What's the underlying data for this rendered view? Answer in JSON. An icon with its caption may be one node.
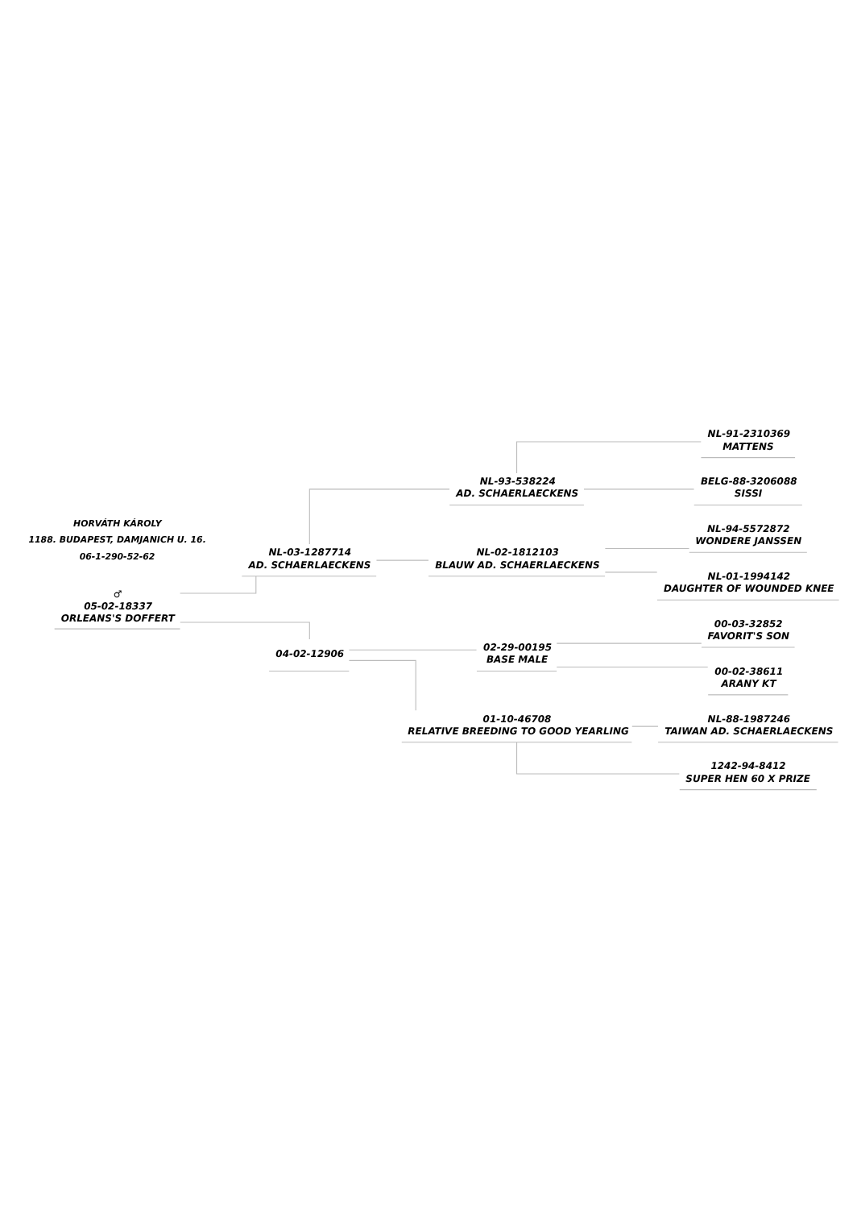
{
  "diagram": {
    "nodes": [
      {
        "text": [
          "♂",
          "05-02-18337",
          "ORLEANS'S DOFFERT"
        ]
      },
      {
        "text": [
          "NL-03-1287714",
          "AD. SCHAERLAECKENS"
        ]
      },
      {
        "text": [
          "NL-93-538224",
          "AD. SCHAERLAECKENS"
        ]
      },
      {
        "text": [
          "NL-91-2310369",
          "MATTENS"
        ]
      },
      {
        "text": [
          "BELG-88-3206088",
          "SISSI"
        ]
      },
      {
        "text": [
          "NL-02-1812103",
          "BLAUW AD. SCHAERLAECKENS"
        ]
      },
      {
        "text": [
          "NL-94-5572872",
          "WONDERE JANSSEN"
        ]
      },
      {
        "text": [
          "NL-01-1994142",
          "DAUGHTER OF WOUNDED KNEE"
        ]
      },
      {
        "text": [
          "04-02-12906"
        ]
      },
      {
        "text": [
          "02-29-00195",
          "BASE MALE"
        ]
      },
      {
        "text": [
          "00-03-32852",
          "FAVORIT'S SON"
        ]
      },
      {
        "text": [
          "00-02-38611",
          "ARANY KT"
        ]
      },
      {
        "text": [
          "01-10-46708",
          "RELATIVE BREEDING TO GOOD YEARLING"
        ]
      },
      {
        "text": [
          "NL-88-1987246",
          "TAIWAN AD. SCHAERLAECKENS"
        ]
      },
      {
        "text": [
          "1242-94-8412",
          "SUPER HEN 60 X PRIZE"
        ]
      }
    ],
    "edges": [
      {
        "from": 0,
        "to": 1,
        "arrow": "none"
      },
      {
        "from": 0,
        "to": 8,
        "arrow": "none"
      },
      {
        "from": 1,
        "to": 2,
        "arrow": "none"
      },
      {
        "from": 1,
        "to": 5,
        "arrow": "none"
      },
      {
        "from": 2,
        "to": 3,
        "arrow": "none"
      },
      {
        "from": 2,
        "to": 4,
        "arrow": "none"
      },
      {
        "from": 5,
        "to": 6,
        "arrow": "none"
      },
      {
        "from": 5,
        "to": 7,
        "arrow": "none"
      },
      {
        "from": 8,
        "to": 9,
        "arrow": "none"
      },
      {
        "from": 8,
        "to": 12,
        "arrow": "none"
      },
      {
        "from": 9,
        "to": 10,
        "arrow": "none"
      },
      {
        "from": 9,
        "to": 11,
        "arrow": "none"
      },
      {
        "from": 12,
        "to": 13,
        "arrow": "none"
      },
      {
        "from": 12,
        "to": 14,
        "arrow": "none"
      }
    ],
    "labels": [
      "HORVÁTH KÁROLY",
      "1188. BUDAPEST, DAMJANICH U. 16.",
      "06-1-290-52-62"
    ]
  }
}
